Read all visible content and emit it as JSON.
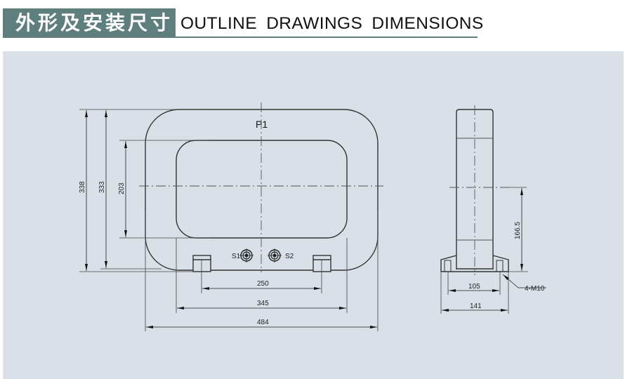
{
  "header": {
    "title_cn": "外形及安装尺寸",
    "title_en": "OUTLINE DRAWINGS DIMENSIONS",
    "accent_color": "#5f7f7e"
  },
  "drawing": {
    "background_color": "#d9e0e8",
    "front_view": {
      "primary_label": "P1",
      "secondary_terminals": [
        "S1",
        "S2"
      ],
      "dimensions": {
        "overall_height": "338",
        "body_height": "333",
        "window_height": "203",
        "mount_hole_spacing": "250",
        "window_width": "345",
        "overall_width": "484"
      }
    },
    "side_view": {
      "dimensions": {
        "center_height": "166.5",
        "hole_spacing": "105",
        "base_width": "141"
      },
      "bolt_callout": "4-M10"
    }
  }
}
